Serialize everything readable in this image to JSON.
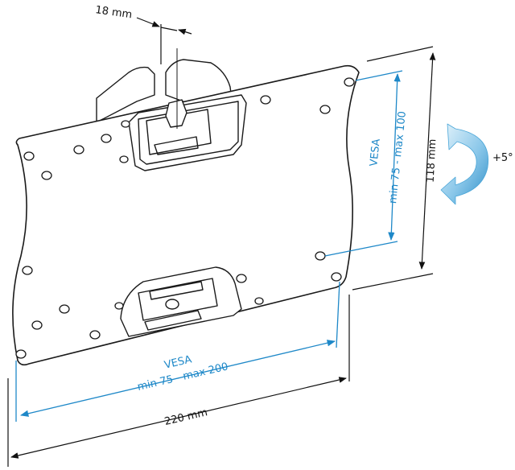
{
  "dimensions": {
    "arm_gap": "18 mm",
    "plate_height": "118 mm",
    "plate_width": "220 mm"
  },
  "vesa_vertical": {
    "title": "VESA",
    "range": "min 75 - max 100"
  },
  "vesa_horizontal": {
    "title": "VESA",
    "range": "min 75 - max 200"
  },
  "tilt": {
    "label": "+5°"
  },
  "colors": {
    "outline": "#1a1a1a",
    "vesa_blue": "#1e88c8",
    "tilt_arrow_light": "#d6ecf8",
    "tilt_arrow_dark": "#4aa6d8"
  }
}
